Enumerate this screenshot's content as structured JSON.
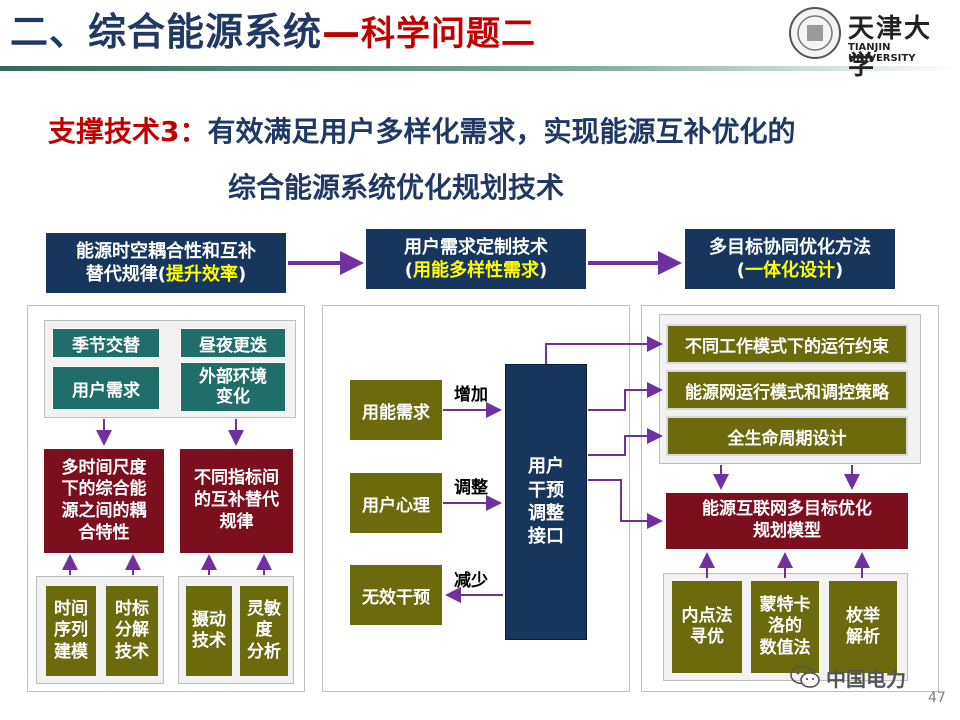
{
  "header": {
    "title_main": "二、综合能源系统",
    "title_dash": "—",
    "title_sub": "科学问题二",
    "logo_text": "天津大学",
    "logo_en": "TIANJIN UNIVERSITY"
  },
  "heading": {
    "prefix": "支撑技术3：",
    "line1": "有效满足用户多样化需求，实现能源互补优化的",
    "line2": "综合能源系统优化规划技术"
  },
  "top_boxes": [
    {
      "line1": "能源时空耦合性和互补",
      "line2_pre": "替代规律(",
      "line2_hl": "提升效率",
      "line2_post": ")"
    },
    {
      "line1": "用户需求定制技术",
      "line2_pre": "(",
      "line2_hl": "用能多样性需求",
      "line2_post": ")"
    },
    {
      "line1": "多目标协同优化方法",
      "line2_pre": "(",
      "line2_hl": "一体化设计",
      "line2_post": ")"
    }
  ],
  "left_panel": {
    "factors": [
      "季节交替",
      "昼夜更迭",
      "用户需求",
      "外部环境\n变化"
    ],
    "mid": [
      "多时间尺度\n下的综合能\n源之间的耦\n合特性",
      "不同指标间\n的互补替代\n规律"
    ],
    "methods": [
      "时间\n序列\n建模",
      "时标\n分解\n技术",
      "摄动\n技术",
      "灵敏\n度\n分析"
    ]
  },
  "middle_panel": {
    "inputs": [
      "用能需求",
      "用户心理",
      "无效干预"
    ],
    "arrow_labels": [
      "增加",
      "调整",
      "减少"
    ],
    "interface": "用户\n干预\n调整\n接口"
  },
  "right_panel": {
    "items": [
      "不同工作模式下的运行约束",
      "能源网运行模式和调控策略",
      "全生命周期设计"
    ],
    "model": "能源互联网多目标优化\n规划模型",
    "methods": [
      "内点法\n寻优",
      "蒙特卡\n洛的\n数值法",
      "枚举\n解析"
    ]
  },
  "footer": {
    "watermark": "中国电力",
    "page_number": "47"
  },
  "colors": {
    "navy": "#17365d",
    "teal": "#1f6e6a",
    "maroon": "#7b0f1e",
    "olive": "#6b6b0e",
    "arrow_purple": "#7030a0",
    "title_red": "#c00000",
    "highlight": "#ffff00"
  }
}
